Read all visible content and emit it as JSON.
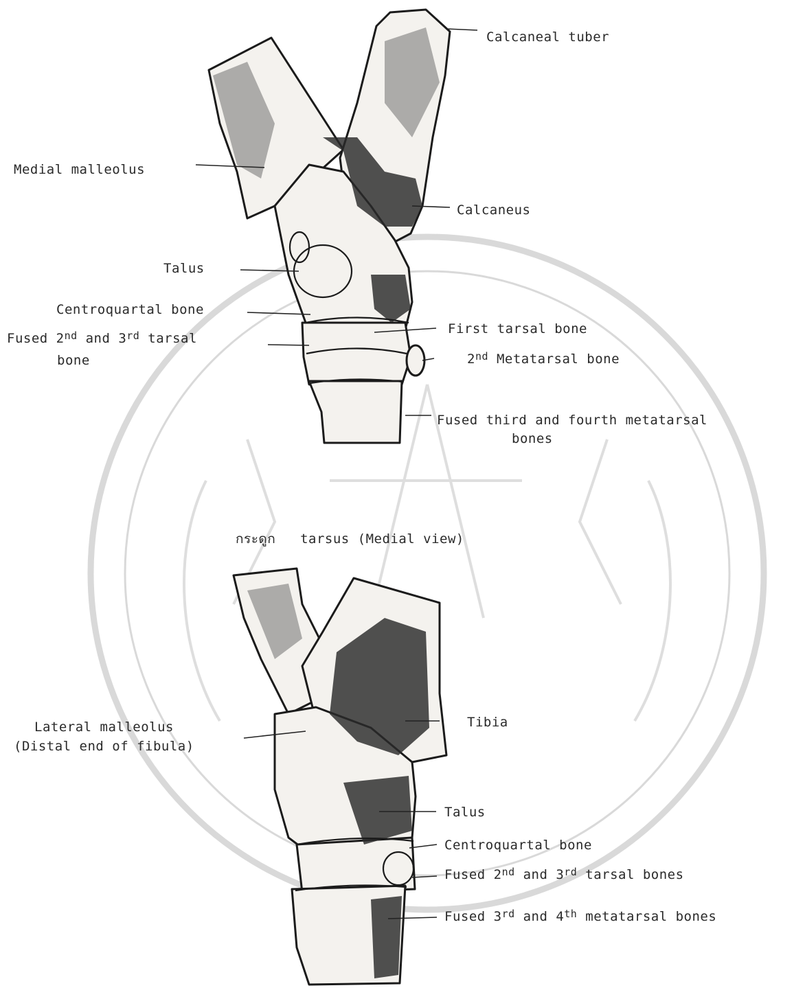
{
  "upper_view": {
    "caption_thai": "กระดูก",
    "caption_rest": "tarsus (Medial view)",
    "labels": {
      "calcaneal_tuber": "Calcaneal tuber",
      "medial_malleolus": "Medial malleolus",
      "calcaneus": "Calcaneus",
      "talus": "Talus",
      "centroquartal": "Centroquartal bone",
      "fused_tarsal_a": "Fused 2",
      "fused_tarsal_sup1": "nd",
      "fused_tarsal_b": " and 3",
      "fused_tarsal_sup2": "rd",
      "fused_tarsal_c": " tarsal",
      "fused_tarsal_d": "bone",
      "first_tarsal": "First tarsal bone",
      "metatarsal2_a": "2",
      "metatarsal2_sup": "nd",
      "metatarsal2_b": " Metatarsal bone",
      "fused_meta_a": "Fused third and fourth metatarsal",
      "fused_meta_b": "bones"
    }
  },
  "lower_view": {
    "labels": {
      "lateral_malleolus_a": "Lateral malleolus",
      "lateral_malleolus_b": "(Distal end of fibula)",
      "tibia": "Tibia",
      "talus": "Talus",
      "centroquartal": "Centroquartal bone",
      "fused_tarsal_a": "Fused 2",
      "fused_tarsal_sup1": "nd",
      "fused_tarsal_b": " and 3",
      "fused_tarsal_sup2": "rd",
      "fused_tarsal_c": " tarsal bones",
      "fused_meta_a": "Fused 3",
      "fused_meta_sup1": "rd",
      "fused_meta_b": " and 4",
      "fused_meta_sup2": "th",
      "fused_meta_c": " metatarsal bones"
    }
  }
}
